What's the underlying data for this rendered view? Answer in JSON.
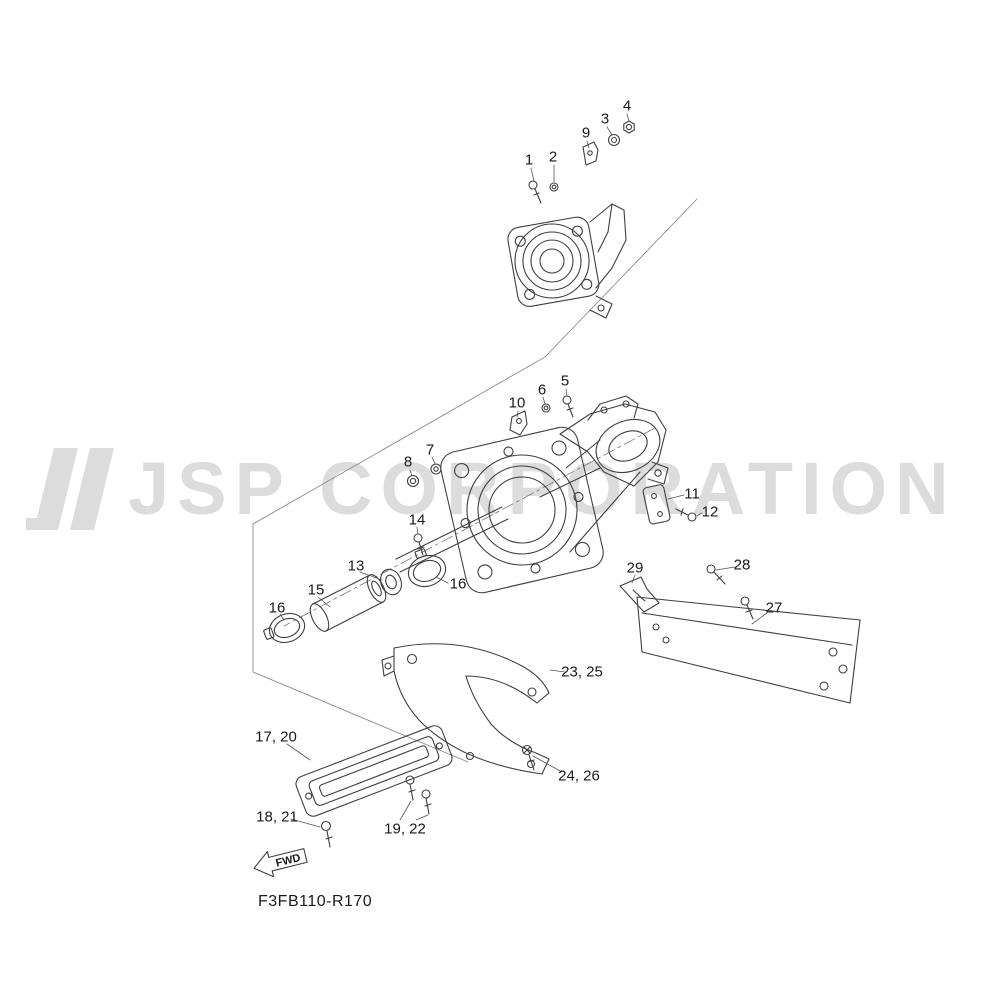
{
  "watermark": {
    "text": "JSP CORPORATION",
    "color": "#dcdcdc"
  },
  "diagram": {
    "part_code": "F3FB110-R170",
    "fwd_label": "FWD",
    "description": "Exploded parts diagram of jet pump unit with numbered callouts"
  },
  "colors": {
    "line": "#3f3f3f",
    "frame": "#8a8a8a",
    "leader": "#555555",
    "text": "#1a1a1a"
  },
  "callouts": [
    {
      "label": "1"
    },
    {
      "label": "2"
    },
    {
      "label": "9"
    },
    {
      "label": "3"
    },
    {
      "label": "4"
    },
    {
      "label": "5"
    },
    {
      "label": "6"
    },
    {
      "label": "10"
    },
    {
      "label": "7"
    },
    {
      "label": "8"
    },
    {
      "label": "11"
    },
    {
      "label": "12"
    },
    {
      "label": "14"
    },
    {
      "label": "13"
    },
    {
      "label": "15"
    },
    {
      "label": "16"
    },
    {
      "label": "16"
    },
    {
      "label": "29"
    },
    {
      "label": "28"
    },
    {
      "label": "27"
    },
    {
      "label": "23, 25"
    },
    {
      "label": "17, 20"
    },
    {
      "label": "24, 26"
    },
    {
      "label": "19, 22"
    },
    {
      "label": "18, 21"
    }
  ]
}
